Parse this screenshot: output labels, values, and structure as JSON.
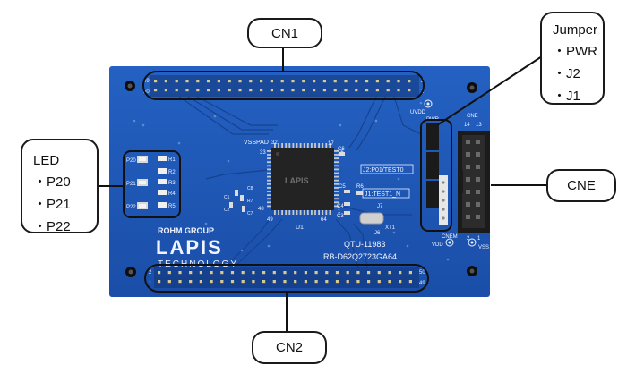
{
  "callouts": {
    "cn1": "CN1",
    "cn2": "CN2",
    "cne": "CNE",
    "jumper": {
      "title": "Jumper",
      "items": [
        "・PWR",
        "・J2",
        "・J1"
      ]
    },
    "led": {
      "title": "LED",
      "items": [
        "・P20",
        "・P21",
        "・P22"
      ]
    }
  },
  "board": {
    "logo_main": "LAPIS",
    "logo_sub": "TECHNOLOGY",
    "rohm": "ROHM GROUP",
    "model_1": "QTU-11983",
    "model_2": "RB-D62Q2723GA64",
    "vsspad": "VSSPAD",
    "uvdd": "UVDD",
    "vdd": "VDD",
    "vss": "VSS",
    "cnem": "CNEM",
    "cne_label": "CNE",
    "chip_text": "LAPIS",
    "u1": "U1",
    "pin_32": "32",
    "pin_33": "33",
    "pin_17": "17",
    "pin_16": "16",
    "pin_1": "1",
    "pin_64": "64",
    "pin_48": "48",
    "pin_49": "49",
    "xt1": "XT1",
    "j2_label": "J2:P01/TEST0",
    "j1_label": "J1:TEST1_N",
    "pwr": "PWR",
    "cn1_pin_49": "49",
    "cn1_pin_50": "50",
    "cn1_pin_2": "2",
    "cn1_pin_1": "1",
    "cn2_pin_2": "2",
    "cn2_pin_1": "1",
    "cn2_pin_50": "50",
    "cn2_pin_49": "49",
    "cne_pin_14": "14",
    "cne_pin_13": "13",
    "cne_pin_2": "2",
    "cne_pin_1": "1",
    "led_labels": [
      "P20",
      "P21",
      "P22"
    ],
    "resistors": [
      "R1",
      "R2",
      "R3",
      "R4",
      "R5"
    ],
    "misc_labels": [
      "C6",
      "C5",
      "R6",
      "C4",
      "C3",
      "J7",
      "J6",
      "C1",
      "C2",
      "C8",
      "R7",
      "C7"
    ]
  },
  "colors": {
    "board": "#1f56b3",
    "board_dark": "#17449a",
    "outline": "#111111"
  }
}
